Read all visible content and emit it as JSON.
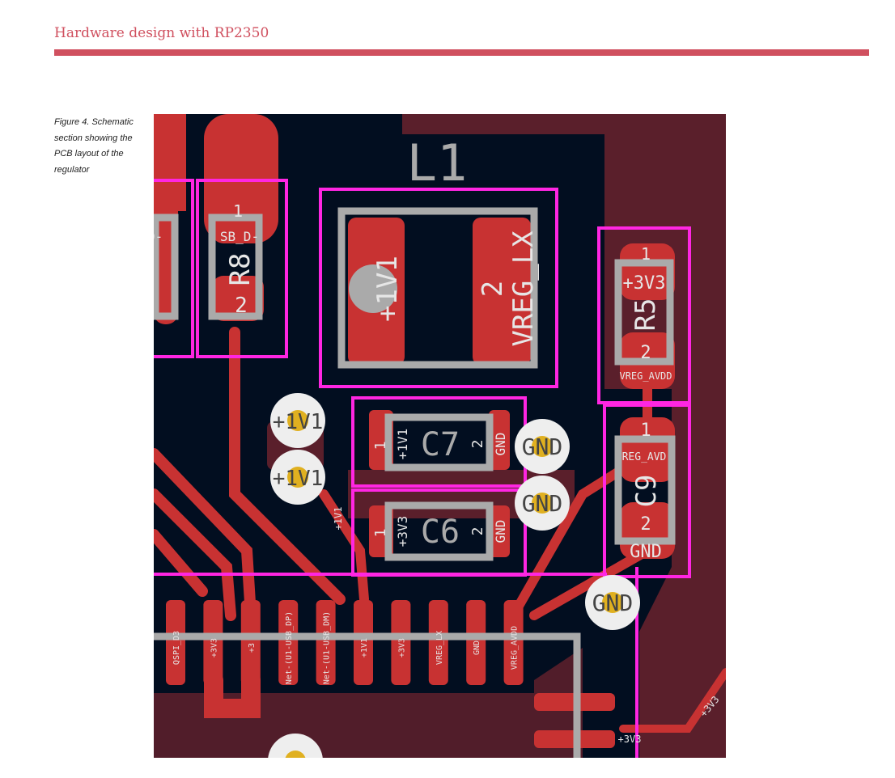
{
  "header": {
    "title": "Hardware design with RP2350"
  },
  "figure": {
    "caption": "Figure 4. Schematic section showing the PCB layout of the regulator",
    "labels": {
      "l1": "L1",
      "l1_pin1": "+1V1",
      "l1_pin2_num": "2",
      "l1_pin2": "VREG_LX",
      "r8": "R8",
      "r8_p1": "1",
      "r8_net": "SB_D-",
      "r8_p2": "2",
      "r_left_net": "D-",
      "r5": "R5",
      "r5_p1": "1",
      "r5_net": "+3V3",
      "r5_p2": "2",
      "r5_net2": "VREG_AVDD",
      "c7": "C7",
      "c7_p1": "1",
      "c7_net1": "+1V1",
      "c7_p2": "2",
      "c7_net2": "GND",
      "c6": "C6",
      "c6_p1": "1",
      "c6_net1": "+3V3",
      "c6_p2": "2",
      "c6_net2": "GND",
      "c9": "C9",
      "c9_p1": "1",
      "c9_net1": "REG_AVD",
      "c9_p2": "2",
      "c9_net2": "GND",
      "tp1": "+1V1",
      "tp2": "+1V1",
      "tp3": "GND",
      "tp4": "GND",
      "tp5": "GND",
      "trace_1v1": "+1V1",
      "trace_3v3": "+3V3",
      "trace_3v3b": "+3V3",
      "ic_pins": [
        "QSPI_D3",
        "+3V3",
        "+3",
        "Net-(U1-USB_DP)",
        "Net-(U1-USB_DM)",
        "+1V1",
        "+3V3",
        "VREG_LX",
        "GND",
        "VREG_AVDD"
      ]
    }
  },
  "colors": {
    "accent": "#d0505f",
    "board": "#020e20",
    "copper": "#c83232",
    "zone": "#5a1f2b",
    "courtyard": "#ff26e2",
    "silk": "#aaaaaa"
  }
}
